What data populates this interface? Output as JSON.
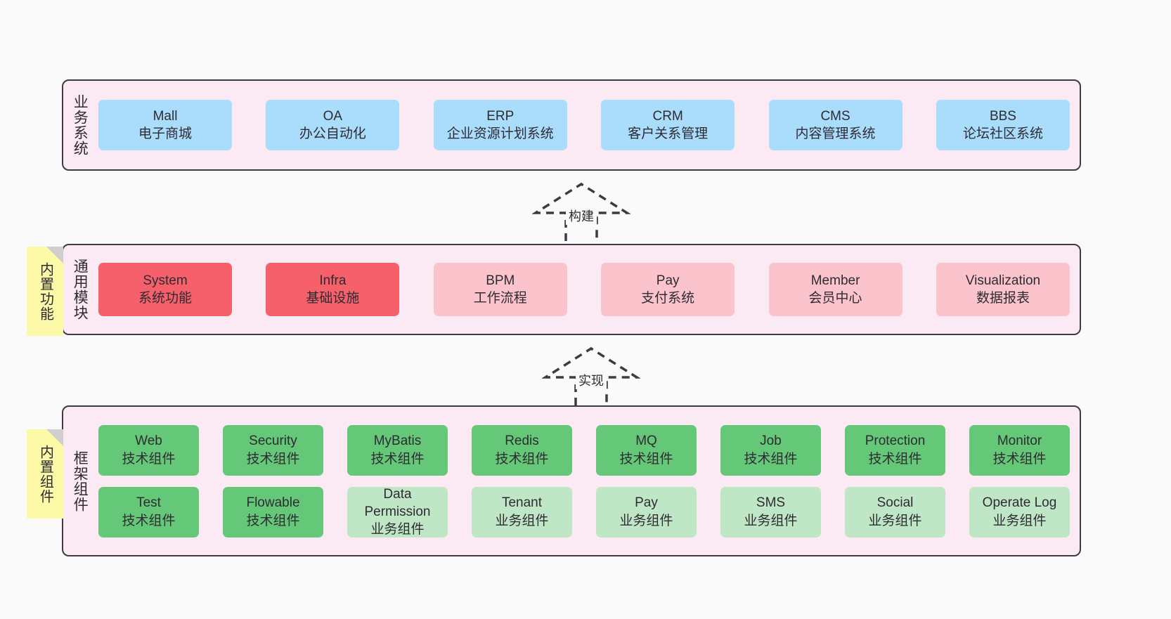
{
  "diagram": {
    "background_color": "#fafafa",
    "layer_fill": "#fbeaf4",
    "layer_border": "#3d3a42",
    "sticky_color": "#fcfaa6"
  },
  "layers": [
    {
      "id": "business-systems",
      "title": "业务系统",
      "sticky": null,
      "rows": [
        {
          "cards": [
            {
              "title": "Mall",
              "sub": "电子商城",
              "color": "#aadcfb",
              "style": "blue"
            },
            {
              "title": "OA",
              "sub": "办公自动化",
              "color": "#aadcfb",
              "style": "blue"
            },
            {
              "title": "ERP",
              "sub": "企业资源计划系统",
              "color": "#aadcfb",
              "style": "blue"
            },
            {
              "title": "CRM",
              "sub": "客户关系管理",
              "color": "#aadcfb",
              "style": "blue"
            },
            {
              "title": "CMS",
              "sub": "内容管理系统",
              "color": "#aadcfb",
              "style": "blue"
            },
            {
              "title": "BBS",
              "sub": "论坛社区系统",
              "color": "#aadcfb",
              "style": "blue"
            }
          ]
        }
      ]
    },
    {
      "id": "common-modules",
      "title": "通用模块",
      "sticky": "内置功能",
      "rows": [
        {
          "cards": [
            {
              "title": "System",
              "sub": "系统功能",
              "color": "#f5606a",
              "style": "red"
            },
            {
              "title": "Infra",
              "sub": "基础设施",
              "color": "#f5606a",
              "style": "red"
            },
            {
              "title": "BPM",
              "sub": "工作流程",
              "color": "#fbc4cc",
              "style": "pink"
            },
            {
              "title": "Pay",
              "sub": "支付系统",
              "color": "#fbc4cc",
              "style": "pink"
            },
            {
              "title": "Member",
              "sub": "会员中心",
              "color": "#fbc4cc",
              "style": "pink"
            },
            {
              "title": "Visualization",
              "sub": "数据报表",
              "color": "#fbc4cc",
              "style": "pink"
            }
          ]
        }
      ]
    },
    {
      "id": "framework-components",
      "title": "框架组件",
      "sticky": "内置组件",
      "rows": [
        {
          "cards": [
            {
              "title": "Web",
              "sub": "技术组件",
              "color": "#64c878",
              "style": "green"
            },
            {
              "title": "Security",
              "sub": "技术组件",
              "color": "#64c878",
              "style": "green"
            },
            {
              "title": "MyBatis",
              "sub": "技术组件",
              "color": "#64c878",
              "style": "green"
            },
            {
              "title": "Redis",
              "sub": "技术组件",
              "color": "#64c878",
              "style": "green"
            },
            {
              "title": "MQ",
              "sub": "技术组件",
              "color": "#64c878",
              "style": "green"
            },
            {
              "title": "Job",
              "sub": "技术组件",
              "color": "#64c878",
              "style": "green"
            },
            {
              "title": "Protection",
              "sub": "技术组件",
              "color": "#64c878",
              "style": "green"
            },
            {
              "title": "Monitor",
              "sub": "技术组件",
              "color": "#64c878",
              "style": "green"
            }
          ]
        },
        {
          "cards": [
            {
              "title": "Test",
              "sub": "技术组件",
              "color": "#64c878",
              "style": "green"
            },
            {
              "title": "Flowable",
              "sub": "技术组件",
              "color": "#64c878",
              "style": "green"
            },
            {
              "title": "Data Permission",
              "sub": "业务组件",
              "color": "#bfe7c6",
              "style": "green-light",
              "wrap": true
            },
            {
              "title": "Tenant",
              "sub": "业务组件",
              "color": "#bfe7c6",
              "style": "green-light"
            },
            {
              "title": "Pay",
              "sub": "业务组件",
              "color": "#bfe7c6",
              "style": "green-light"
            },
            {
              "title": "SMS",
              "sub": "业务组件",
              "color": "#bfe7c6",
              "style": "green-light"
            },
            {
              "title": "Social",
              "sub": "业务组件",
              "color": "#bfe7c6",
              "style": "green-light"
            },
            {
              "title": "Operate Log",
              "sub": "业务组件",
              "color": "#bfe7c6",
              "style": "green-light"
            }
          ]
        }
      ]
    }
  ],
  "connectors": [
    {
      "id": "build",
      "label": "构建",
      "direction": "up",
      "style": "dashed-hollow-arrow"
    },
    {
      "id": "implement",
      "label": "实现",
      "direction": "up",
      "style": "dashed-hollow-arrow"
    }
  ]
}
